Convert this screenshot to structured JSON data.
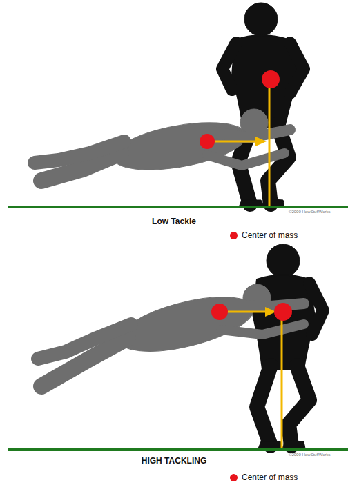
{
  "diagram": {
    "labels": [
      "Low Tackle",
      "©2000 HowStuffWorks",
      "HIGH TACKLING",
      "©2000 HowStuffWorks"
    ],
    "legend": [
      {
        "text": "Center of mass",
        "color": "#e8141c"
      },
      {
        "text": "Center of mass",
        "color": "#e8141c"
      }
    ]
  }
}
